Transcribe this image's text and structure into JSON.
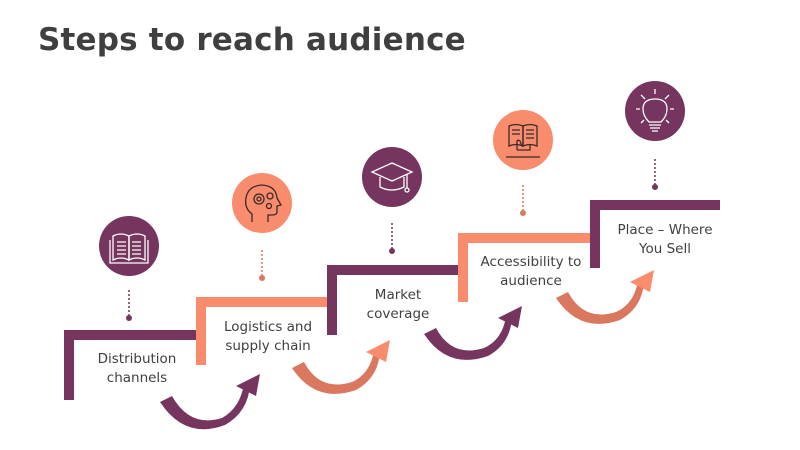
{
  "title": "Steps to reach audience",
  "colors": {
    "purple": "#76355f",
    "orange": "#f98c6c",
    "arrow_orange": "#d9785e",
    "text": "#404040"
  },
  "steps": [
    {
      "label": "Distribution channels",
      "icon": "open-book-icon",
      "color": "purple"
    },
    {
      "label": "Logistics and supply chain",
      "icon": "head-gears-icon",
      "color": "orange"
    },
    {
      "label": "Market coverage",
      "icon": "graduation-cap-icon",
      "color": "purple"
    },
    {
      "label": "Accessibility to audience",
      "icon": "hand-holding-book-icon",
      "color": "orange"
    },
    {
      "label": "Place – Where You Sell",
      "icon": "lightbulb-icon",
      "color": "purple"
    }
  ]
}
